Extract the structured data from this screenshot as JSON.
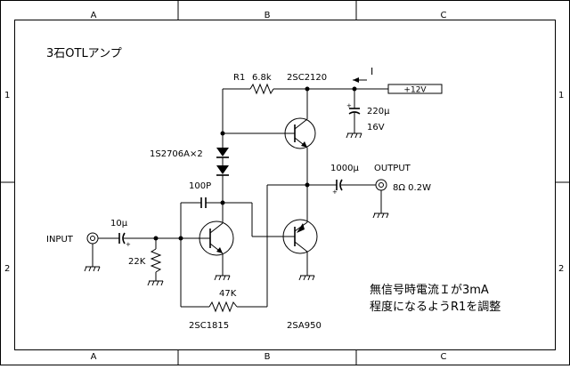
{
  "sheet": {
    "columns": [
      "A",
      "B",
      "C"
    ],
    "rows": [
      "1",
      "2"
    ]
  },
  "title": "3石OTLアンプ",
  "labels": {
    "r1": "R1",
    "r1_value": "6.8k",
    "q_top": "2SC2120",
    "current": "I",
    "supply": "+12V",
    "cap_supply": "220μ",
    "cap_supply_voltage": "16V",
    "diodes": "1S2706A×2",
    "cap_out": "1000μ",
    "output": "OUTPUT",
    "load": "8Ω  0.2W",
    "cap_fb": "100P",
    "cap_in": "10μ",
    "input": "INPUT",
    "r_in": "22K",
    "r_fb": "47K",
    "q_left": "2SC1815",
    "q_right": "2SA950",
    "note_line1": "無信号時電流Ｉが3mA",
    "note_line2": "程度になるようR1を調整"
  }
}
